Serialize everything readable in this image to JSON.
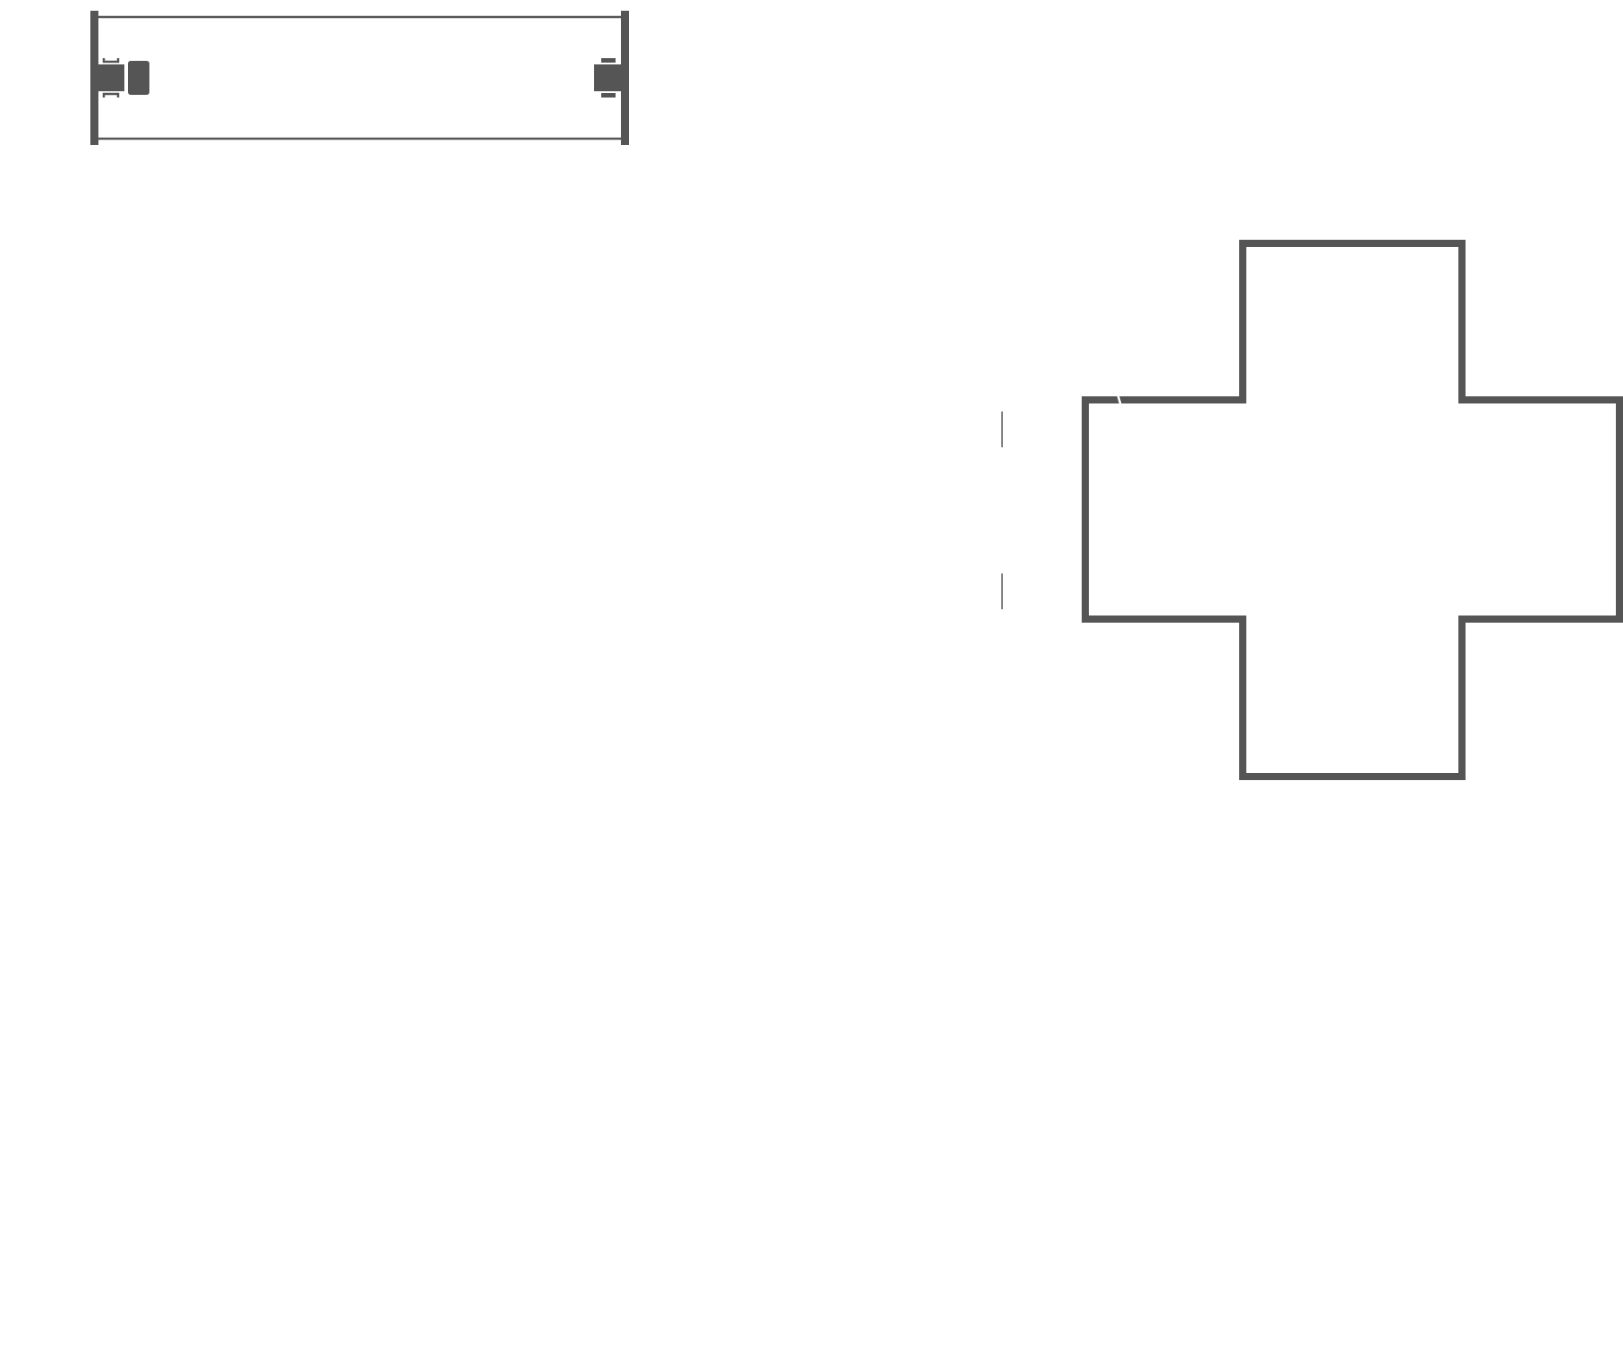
{
  "colors": {
    "background": "#ffffff",
    "stroke": "#555555"
  },
  "diagram": {
    "elements": [
      {
        "name": "corridor-segment",
        "type": "corridor-with-end-caps"
      },
      {
        "name": "door-tick-marks",
        "type": "tick-pair"
      },
      {
        "name": "cross-shaped-room",
        "type": "plus-shaped-outline"
      }
    ]
  }
}
